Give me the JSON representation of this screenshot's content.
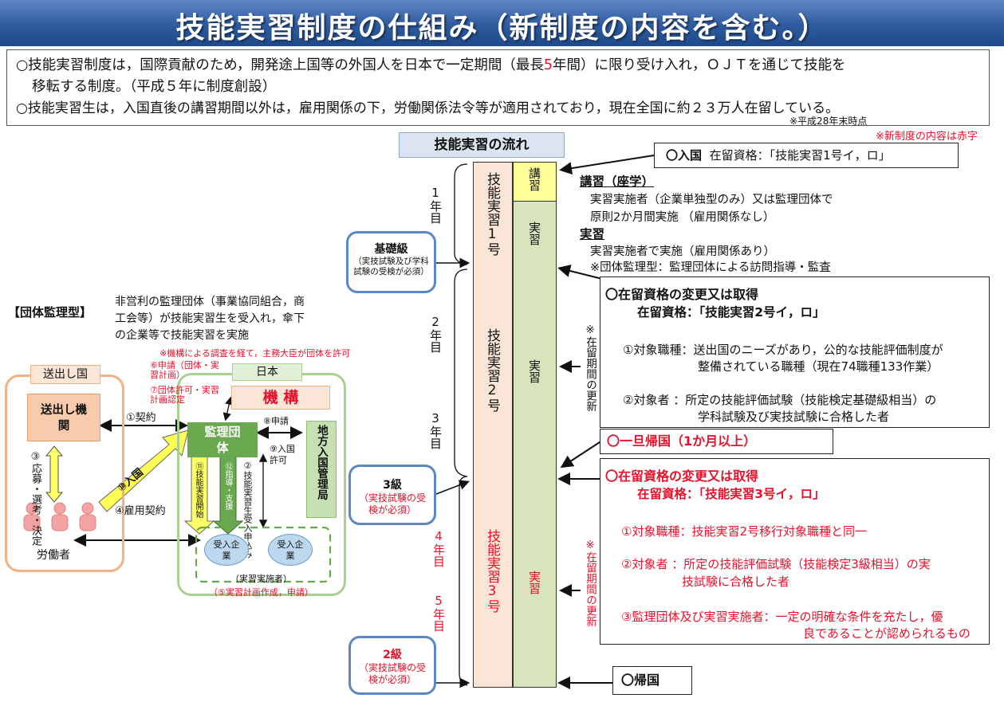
{
  "title": "技能実習制度の仕組み（新制度の内容を含む。）",
  "intro": {
    "line1_a": "○技能実習制度は，国際貢献のため，開発途上国等の外国人を日本で一定期間（最長",
    "line1_num": "5",
    "line1_b": "年間）に限り受け入れ，ＯＪＴを通じて技能を",
    "line2": "移転する制度。（平成５年に制度創設）",
    "line3": "○技能実習生は，入国直後の講習期間以外は，雇用関係の下，労働関係法令等が適用されており，現在全国に約２３万人在留している。",
    "footnote": "※平成28年末時点",
    "red_note": "※新制度の内容は赤字"
  },
  "flow": {
    "header": "技能実習の流れ",
    "year1": "1年目",
    "year2": "2年目",
    "year3": "3年目",
    "year4": "4年目",
    "year5": "5年目",
    "col1_top": "技能実習1号",
    "col1_mid": "技能実習2号",
    "col1_bot": "技能実習3号",
    "kosyu": "講習",
    "jisshu1": "実習",
    "jisshu2": "実習",
    "jisshu3": "実習",
    "renewal1": "※在留期間の更新",
    "renewal2": "※在留期間の更新"
  },
  "levels": {
    "kiso_title": "基礎級",
    "kiso_sub": "（実技試験及び学科試験の受検が必須）",
    "san_title": "3級",
    "san_sub": "（実技試験の受検が必須）",
    "ni_title": "2級",
    "ni_sub": "（実技試験の受検が必須）"
  },
  "right": {
    "entry_label": "〇入国",
    "entry_text": "在留資格：「技能実習1号イ，ロ」",
    "kosyu_head": "講習（座学）",
    "kosyu_l1": "実習実施者（企業単独型のみ）又は監理団体で",
    "kosyu_l2": "原則2か月間実施 （雇用関係なし）",
    "jisshu_head": "実習",
    "jisshu_l1": "実習実施者で実施（雇用関係あり）",
    "jisshu_l2": "※団体監理型：監理団体による訪問指導・監査",
    "change2_head": "〇在留資格の変更又は取得",
    "change2_status": "在留資格：「技能実習2号イ，ロ」",
    "change2_i1a": "①対象職種：送出国のニーズがあり，公的な技能評価制度が",
    "change2_i1b": "整備されている職種（現在74職種133作業）",
    "change2_i2a": "②対象者  ：所定の技能評価試験（技能検定基礎級相当）の",
    "change2_i2b": "学科試験及び実技試験に合格した者",
    "kikoku_once": "〇一旦帰国（1か月以上）",
    "change3_head": "〇在留資格の変更又は取得",
    "change3_status": "在留資格：「技能実習3号イ，ロ」",
    "change3_i1": "①対象職種：技能実習2号移行対象職種と同一",
    "change3_i2a": "②対象者  ：所定の技能評価試験（技能検定3級相当）の実",
    "change3_i2b": "技試験に合格した者",
    "change3_i3a": "③監理団体及び実習実施者：一定の明確な条件を充たし，優",
    "change3_i3b": "良であることが認められるもの",
    "kikoku": "〇帰国"
  },
  "left": {
    "type_label": "【団体監理型】",
    "desc_l1": "非営利の監理団体（事業協同組合，商",
    "desc_l2": "工会等）が技能実習生を受入れ，傘下",
    "desc_l3": "の企業等で技能実習を実施",
    "red_note": "※機構による調査を経て，主務大臣が団体を許可",
    "sending_country": "送出し国",
    "sending_org": "送出し機関",
    "japan": "日本",
    "kikou": "機 構",
    "kanri": "監理団体",
    "immigration": "地方入国管理局",
    "step1": "①契約",
    "step3": "③応募・選考・決定",
    "step4": "④雇用契約",
    "step5": "（⑤実習計画作成，申請）",
    "step6": "⑥申請（団体・実習計画）",
    "step7": "⑦団体許可・実習計画認定",
    "step8": "⑧申請",
    "step9": "⑨入国許可",
    "step10": "⑩入国",
    "step11": "⑪技能実習開始",
    "step12": "⑫指導・支援",
    "step2": "②技能実習生受入申込み",
    "company1": "受入企業",
    "company2": "受入企業",
    "implementer": "（実習実施者）",
    "workers": "労働者"
  },
  "colors": {
    "title_bg": "#2e5b9e",
    "accent_red": "#e8102a",
    "kanri_green": "#6aa84f",
    "kikou_orange": "#f7c7a0",
    "column_pink": "#fbe5d6",
    "column_green": "#d8e4bc",
    "kosyu_yellow": "#ffff99",
    "immigration_green": "#c6e0b4",
    "level_border": "#5b87c4"
  }
}
